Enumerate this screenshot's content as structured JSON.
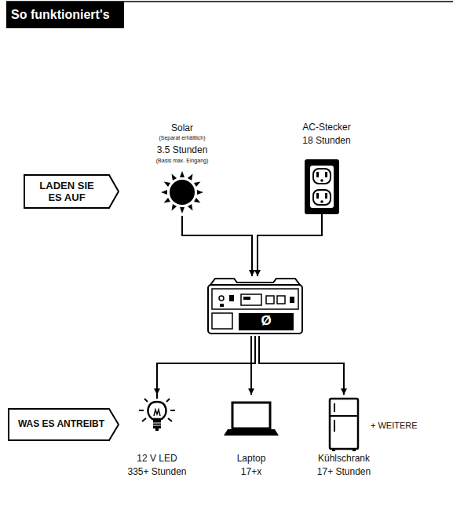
{
  "diagram": {
    "title": "So funktioniert's",
    "nodes": [
      {
        "text": [
          "LADEN SIE ES AUF"
        ]
      },
      {
        "text": [
          "Solar",
          "(Separat erhältlich)",
          "3.5 Stunden",
          "(Basis max. Eingang)"
        ]
      },
      {
        "text": [
          "AC-Stecker",
          "18 Stunden"
        ]
      },
      {
        "text": [
          "Ø"
        ]
      },
      {
        "text": [
          "WAS ES ANTREIBT"
        ]
      },
      {
        "text": [
          "12 V LED",
          "335+ Stunden"
        ]
      },
      {
        "text": [
          "Laptop",
          "17+x"
        ]
      },
      {
        "text": [
          "Kühlschrank",
          "17+ Stunden"
        ]
      }
    ],
    "edges": [
      {
        "from": 1,
        "to": 3,
        "arrow": "to"
      },
      {
        "from": 2,
        "to": 3,
        "arrow": "to"
      },
      {
        "from": 3,
        "to": 5,
        "arrow": "to"
      },
      {
        "from": 3,
        "to": 6,
        "arrow": "to"
      },
      {
        "from": 3,
        "to": 7,
        "arrow": "to"
      }
    ],
    "labels": [
      "+ WEITERE"
    ]
  }
}
